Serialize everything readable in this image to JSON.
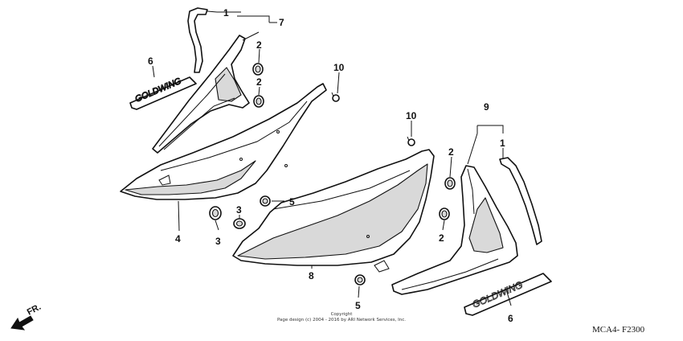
{
  "diagram": {
    "code": "MCA4- F2300",
    "copyright_line1": "Copyright",
    "copyright_line2": "Page design (c) 2004 - 2016 by ARI Network Services, Inc.",
    "direction_label": "FR.",
    "callouts": [
      {
        "id": "c1a",
        "label": "1"
      },
      {
        "id": "c7",
        "label": "7"
      },
      {
        "id": "c6a",
        "label": "6"
      },
      {
        "id": "c2a",
        "label": "2"
      },
      {
        "id": "c2b",
        "label": "2"
      },
      {
        "id": "c10a",
        "label": "10"
      },
      {
        "id": "c10b",
        "label": "10"
      },
      {
        "id": "c9",
        "label": "9"
      },
      {
        "id": "c1b",
        "label": "1"
      },
      {
        "id": "c2c",
        "label": "2"
      },
      {
        "id": "c2d",
        "label": "2"
      },
      {
        "id": "c5a",
        "label": "5"
      },
      {
        "id": "c3a",
        "label": "3"
      },
      {
        "id": "c3b",
        "label": "3"
      },
      {
        "id": "c4",
        "label": "4"
      },
      {
        "id": "c8",
        "label": "8"
      },
      {
        "id": "c5b",
        "label": "5"
      },
      {
        "id": "c6b",
        "label": "6"
      }
    ],
    "emblems": [
      "GOLDWING",
      "GOLDWING"
    ]
  }
}
